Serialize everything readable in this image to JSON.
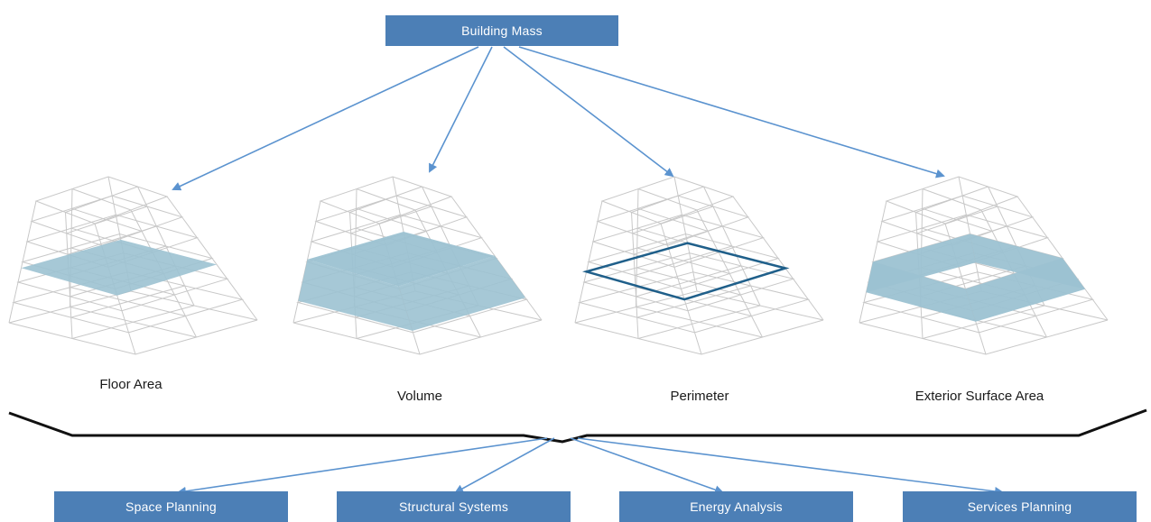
{
  "colors": {
    "box_fill": "#4c7fb6",
    "arrow": "#5b93cf",
    "grid": "#c8c8c8",
    "shade": "#9cc2d2",
    "perimeter": "#1f5f8a",
    "brace": "#111111"
  },
  "top_box": {
    "label": "Building Mass"
  },
  "metrics": [
    {
      "label": "Floor Area",
      "style": "slab"
    },
    {
      "label": "Volume",
      "style": "solid"
    },
    {
      "label": "Perimeter",
      "style": "outline"
    },
    {
      "label": "Exterior Surface Area",
      "style": "ring"
    }
  ],
  "bottom_boxes": [
    {
      "label": "Space Planning"
    },
    {
      "label": "Structural Systems"
    },
    {
      "label": "Energy Analysis"
    },
    {
      "label": "Services Planning"
    }
  ]
}
